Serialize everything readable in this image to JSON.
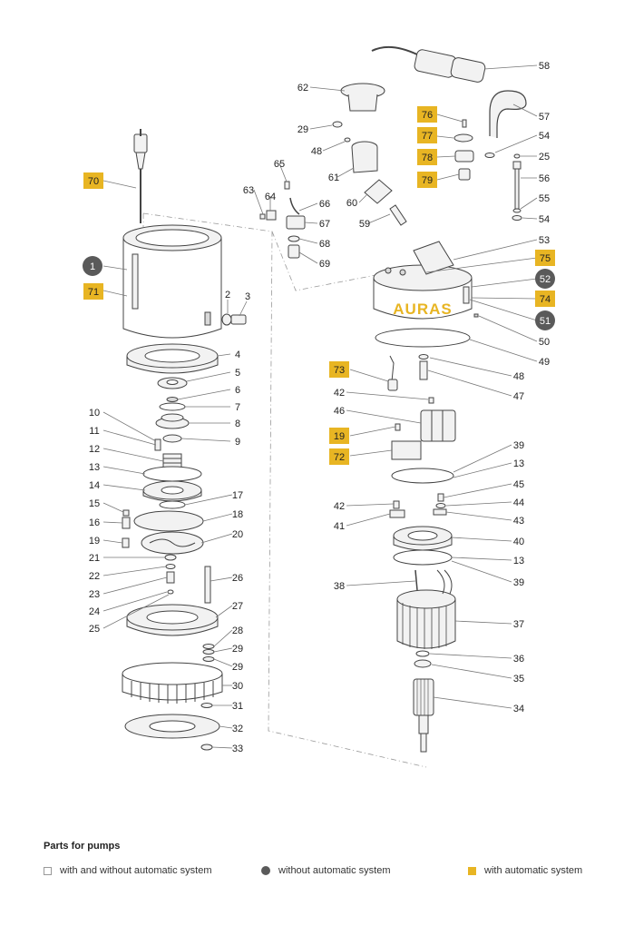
{
  "colors": {
    "automatic": "#e8b523",
    "without_automatic": "#5a5a5a",
    "brand_text": "#e8b523"
  },
  "brand": "AURAS",
  "callouts": {
    "c1": "1",
    "c2": "2",
    "c3": "3",
    "c4": "4",
    "c5": "5",
    "c6": "6",
    "c7": "7",
    "c8": "8",
    "c9": "9",
    "c10": "10",
    "c11": "11",
    "c12": "12",
    "c13": "13",
    "c14": "14",
    "c15": "15",
    "c16": "16",
    "c17": "17",
    "c18": "18",
    "c19": "19",
    "c20": "20",
    "c21": "21",
    "c22": "22",
    "c23": "23",
    "c24": "24",
    "c25": "25",
    "c26": "26",
    "c27": "27",
    "c28": "28",
    "c29": "29",
    "c30": "30",
    "c31": "31",
    "c32": "32",
    "c33": "33",
    "c34": "34",
    "c35": "35",
    "c36": "36",
    "c37": "37",
    "c38": "38",
    "c39": "39",
    "c40": "40",
    "c41": "41",
    "c42": "42",
    "c43": "43",
    "c44": "44",
    "c45": "45",
    "c46": "46",
    "c47": "47",
    "c48": "48",
    "c49": "49",
    "c50": "50",
    "c51": "51",
    "c52": "52",
    "c53": "53",
    "c54": "54",
    "c55": "55",
    "c56": "56",
    "c57": "57",
    "c58": "58",
    "c59": "59",
    "c60": "60",
    "c61": "61",
    "c62": "62",
    "c63": "63",
    "c64": "64",
    "c65": "65",
    "c66": "66",
    "c67": "67",
    "c68": "68",
    "c69": "69",
    "c70": "70",
    "c71": "71",
    "c72": "72",
    "c73": "73",
    "c74": "74",
    "c75": "75",
    "c76": "76",
    "c77": "77",
    "c78": "78",
    "c79": "79"
  },
  "legend": {
    "title": "Parts for pumps",
    "items": [
      {
        "marker": "empty-square",
        "label": "with and without automatic system"
      },
      {
        "marker": "dark-circle",
        "label": "without automatic system"
      },
      {
        "marker": "yellow-square",
        "label": "with automatic system"
      }
    ]
  }
}
